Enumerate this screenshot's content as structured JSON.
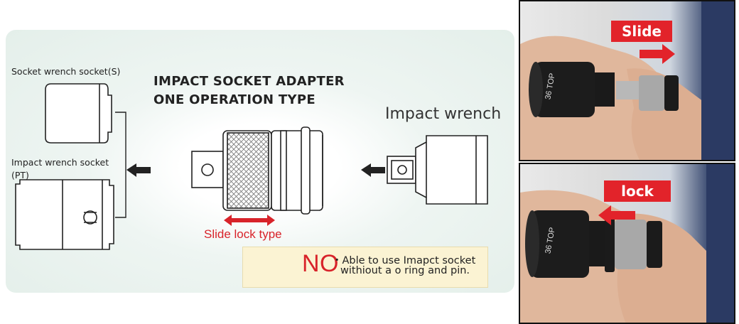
{
  "diagram": {
    "labels": {
      "socket_s": "Socket wrench socket(S)",
      "impact_socket_line1": "Impact wrench socket",
      "impact_socket_line2": "(PT)",
      "title_line1": "IMPACT SOCKET ADAPTER",
      "title_line2": "ONE OPERATION TYPE",
      "impact_wrench": "Impact wrench",
      "slide_lock": "Slide lock type"
    },
    "no_notice": {
      "no": "NO",
      "note_line1": "・Able to use Imapct socket",
      "note_line2": "withiout a o ring and pin."
    }
  },
  "photos": {
    "top_label": "Slide",
    "bottom_label": "lock",
    "socket_marking": "36 TOP"
  },
  "colors": {
    "accent_red": "#e2232a",
    "panel_bg": "#e4efea",
    "notice_bg": "#fbf3d3"
  }
}
